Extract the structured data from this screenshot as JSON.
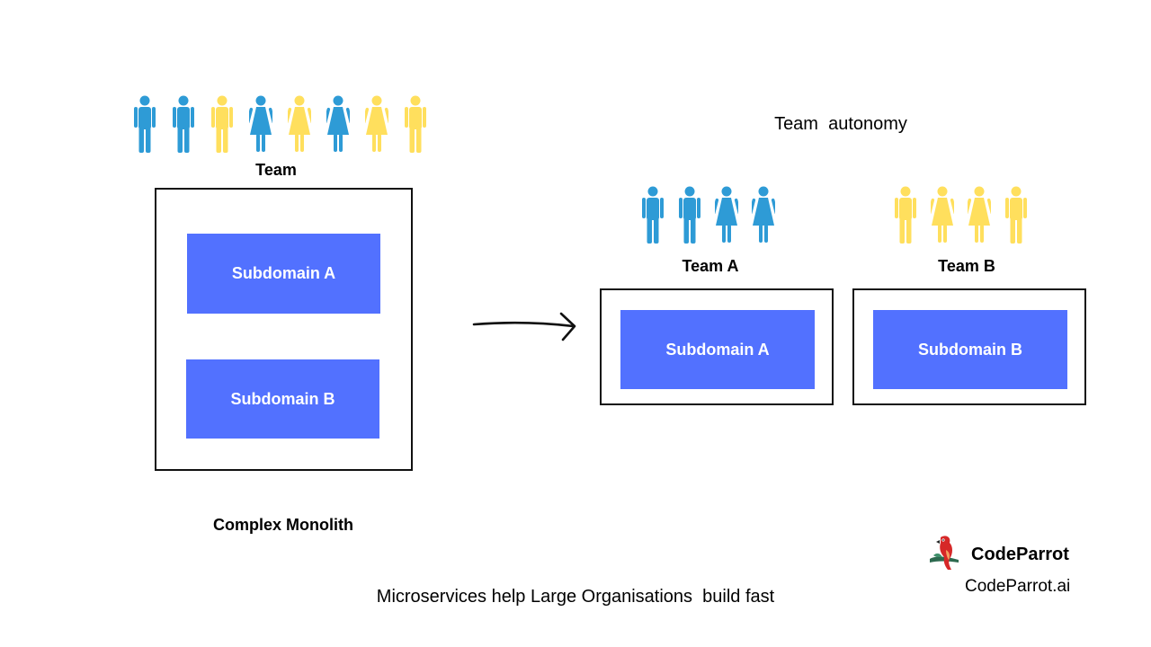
{
  "diagram": {
    "left": {
      "team_label": "Team",
      "people": [
        "man",
        "man",
        "man",
        "woman",
        "woman",
        "woman",
        "woman",
        "man"
      ],
      "people_colors": [
        "blue",
        "blue",
        "yellow",
        "blue",
        "yellow",
        "blue",
        "yellow",
        "yellow"
      ],
      "subdomain_a": "Subdomain A",
      "subdomain_b": "Subdomain B",
      "caption": "Complex Monolith"
    },
    "right": {
      "heading": "Team  autonomy",
      "team_a": {
        "label": "Team A",
        "people": [
          "man",
          "man",
          "woman",
          "woman"
        ],
        "people_color": "blue",
        "subdomain": "Subdomain A"
      },
      "team_b": {
        "label": "Team B",
        "people": [
          "man",
          "woman",
          "woman",
          "man"
        ],
        "people_color": "yellow",
        "subdomain": "Subdomain B"
      }
    },
    "arrow_icon": "arrow-right-icon",
    "footer": "Microservices help Large Organisations  build fast"
  },
  "brand": {
    "name": "CodeParrot",
    "url": "CodeParrot.ai",
    "logo_icon": "parrot-icon"
  },
  "colors": {
    "blue": "#2e9bd6",
    "yellow": "#ffdf5d",
    "subdomain_fill": "#5271ff",
    "outline": "#111111"
  }
}
